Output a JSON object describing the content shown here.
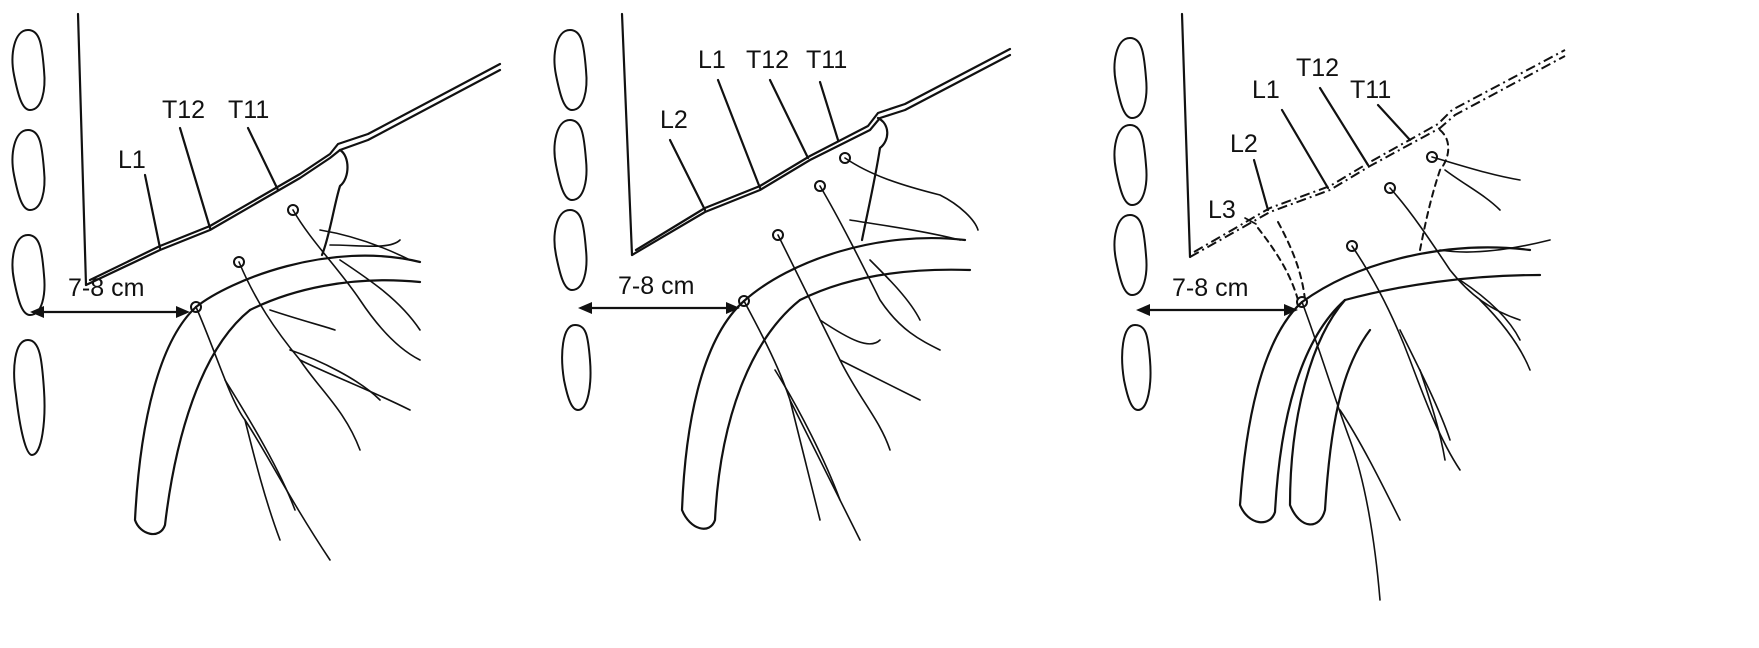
{
  "figure": {
    "panels": [
      {
        "id": "panel-1",
        "nerve_labels": [
          "L1",
          "T12",
          "T11"
        ],
        "distance_label": "7-8 cm"
      },
      {
        "id": "panel-2",
        "nerve_labels": [
          "L2",
          "L1",
          "T12",
          "T11"
        ],
        "distance_label": "7-8 cm"
      },
      {
        "id": "panel-3",
        "nerve_labels": [
          "L3",
          "L2",
          "L1",
          "T12",
          "T11"
        ],
        "distance_label": "7-8 cm"
      }
    ]
  }
}
